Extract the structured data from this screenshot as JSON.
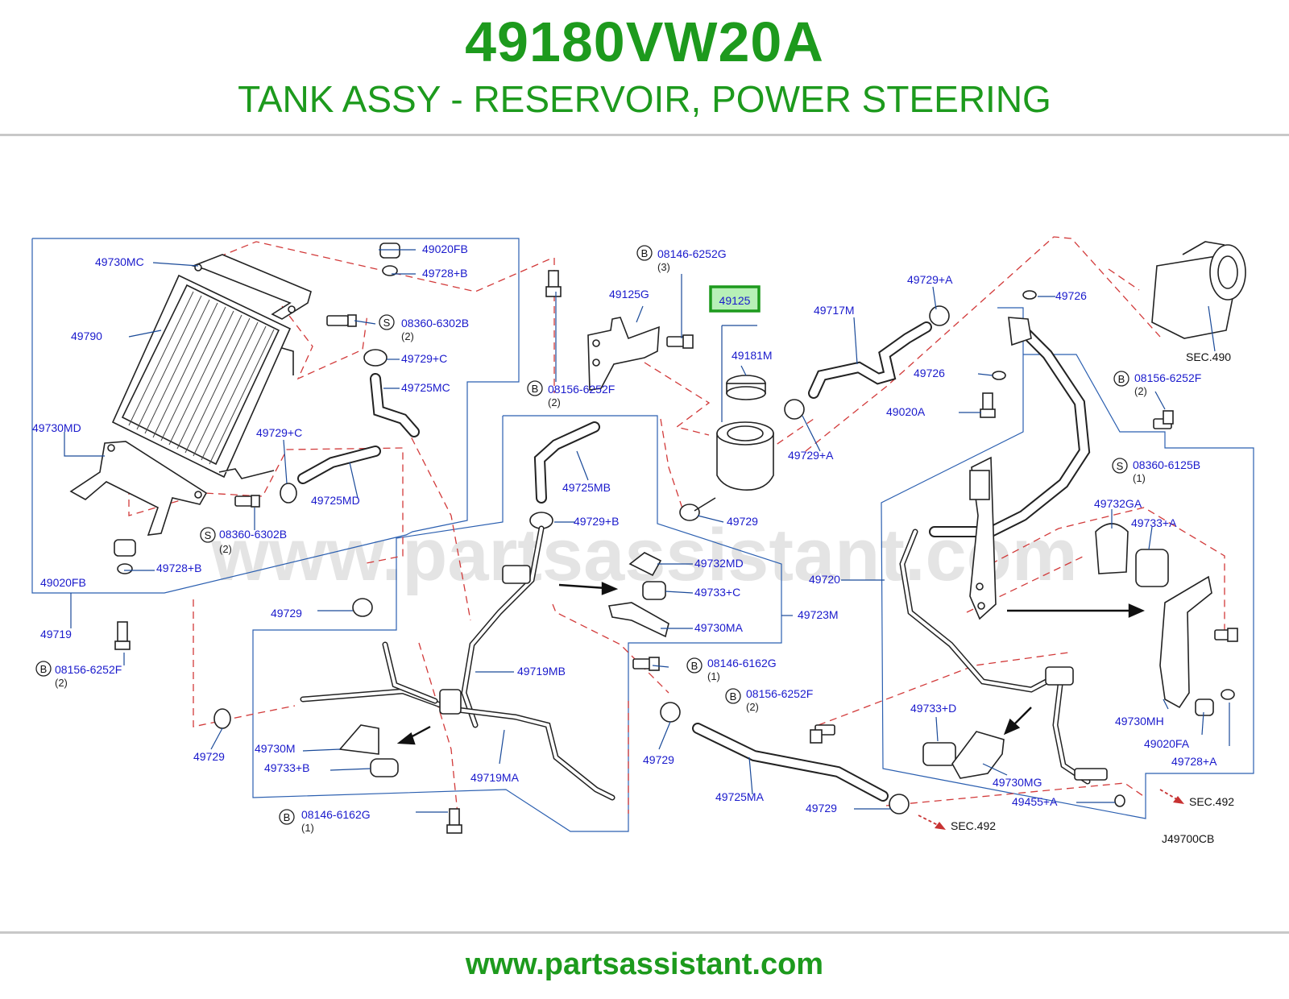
{
  "header": {
    "part_number": "49180VW20A",
    "description": "TANK ASSY - RESERVOIR, POWER STEERING"
  },
  "watermark": "www.partsassistant.com",
  "footer": {
    "url": "www.partsassistant.com"
  },
  "diagram_code": "J49700CB",
  "highlight": {
    "label": "49125",
    "color": "#1d9a1d"
  },
  "labels": {
    "l49730MC": "49730MC",
    "l49020FB_top": "49020FB",
    "l49728B_top": "49728+B",
    "l49790": "49790",
    "l08360_6302B_top": "08360-6302B",
    "l49729C_top": "49729+C",
    "l49725MC": "49725MC",
    "l49730MD": "49730MD",
    "l49729C_mid": "49729+C",
    "l49725MD": "49725MD",
    "l08360_6302B_bot": "08360-6302B",
    "l49020FB_bot": "49020FB",
    "l49728B_bot": "49728+B",
    "l49719": "49719",
    "l08156_6252F_left": "08156-6252F",
    "l49125G": "49125G",
    "l08146_6252G": "08146-6252G",
    "l08156_6252F_mid": "08156-6252F",
    "l49181M": "49181M",
    "l49717M": "49717M",
    "l49729A_top": "49729+A",
    "l49726_top": "49726",
    "l49726_mid": "49726",
    "l49020A": "49020A",
    "l49729A_mid": "49729+A",
    "l49729_tank": "49729",
    "l49725MB": "49725MB",
    "l49729B": "49729+B",
    "l49732MD": "49732MD",
    "l49733C": "49733+C",
    "l49730MA": "49730MA",
    "l49723M": "49723M",
    "l49729_left": "49729",
    "l49719MB": "49719MB",
    "l49729_bl": "49729",
    "l49730M": "49730M",
    "l49733B": "49733+B",
    "l49719MA": "49719MA",
    "l08146_6162G_mid": "08146-6162G",
    "l08156_6252F_low": "08156-6252F",
    "l49729_low": "49729",
    "l49725MA": "49725MA",
    "l49729_bot": "49729",
    "l08146_6162G_bot": "08146-6162G",
    "l49720": "49720",
    "lSEC490": "SEC.490",
    "l08156_6252F_right": "08156-6252F",
    "l08360_6125B": "08360-6125B",
    "l49732GA": "49732GA",
    "l49733A": "49733+A",
    "l49730MH": "49730MH",
    "l49020FA": "49020FA",
    "l49728A": "49728+A",
    "l49733D": "49733+D",
    "l49730MG": "49730MG",
    "l49455A": "49455+A",
    "lSEC492_right": "SEC.492",
    "lSEC492_bot": "SEC.492"
  },
  "quantities": {
    "q_08360_top": "(2)",
    "q_08360_bot": "(2)",
    "q_08156_left": "(2)",
    "q_08146_6252G": "(3)",
    "q_08156_mid": "(2)",
    "q_08146_6162G_mid": "(1)",
    "q_08156_low": "(2)",
    "q_08146_6162G_bot": "(1)",
    "q_08156_right": "(2)",
    "q_08360_6125B": "(1)"
  },
  "badges": {
    "bolt": "B",
    "screw": "S"
  }
}
